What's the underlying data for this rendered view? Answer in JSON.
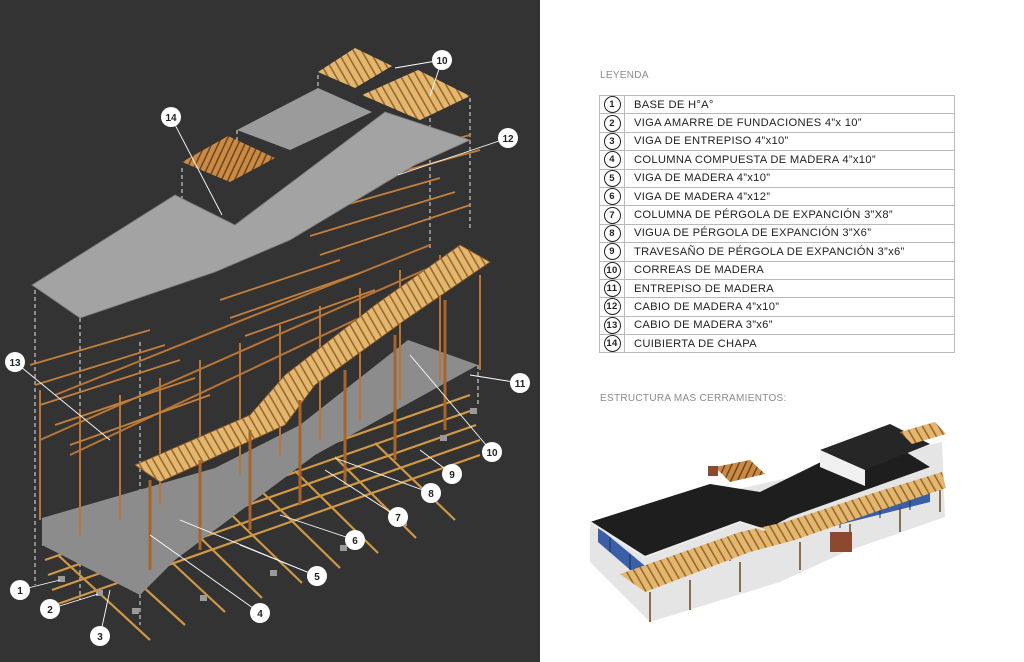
{
  "callouts": [
    "1",
    "2",
    "3",
    "4",
    "5",
    "6",
    "7",
    "8",
    "9",
    "10",
    "10",
    "11",
    "12",
    "13",
    "14"
  ],
  "legend": {
    "title": "LEYENDA",
    "items": [
      {
        "num": "1",
        "label": "BASE DE H°A°"
      },
      {
        "num": "2",
        "label": "VIGA AMARRE DE FUNDACIONES 4”x 10”"
      },
      {
        "num": "3",
        "label": "VIGA DE ENTREPISO 4”x10”"
      },
      {
        "num": "4",
        "label": "COLUMNA COMPUESTA DE MADERA 4”x10”"
      },
      {
        "num": "5",
        "label": "VIGA DE MADERA 4”x10”"
      },
      {
        "num": "6",
        "label": "VIGA DE MADERA 4”x12”"
      },
      {
        "num": "7",
        "label": "COLUMNA DE PÉRGOLA DE EXPANCIÓN 3”X8”"
      },
      {
        "num": "8",
        "label": "VIGUA DE PÉRGOLA DE EXPANCIÓN 3”X6”"
      },
      {
        "num": "9",
        "label": "TRAVESAÑO DE PÉRGOLA DE EXPANCIÓN 3”x6”"
      },
      {
        "num": "10",
        "label": "CORREAS DE MADERA"
      },
      {
        "num": "11",
        "label": "ENTREPISO DE MADERA"
      },
      {
        "num": "12",
        "label": "CABIO DE MADERA 4”x10”"
      },
      {
        "num": "13",
        "label": "CABIO DE MADERA 3”x6”"
      },
      {
        "num": "14",
        "label": "CUIBIERTA DE CHAPA"
      }
    ]
  },
  "render_title": "ESTRUCTURA MAS CERRAMIENTOS:",
  "colors": {
    "dark_bg": "#333333",
    "wood": "#d99a4e",
    "wood_dark": "#a7652b",
    "slab_gray": "#a3a3a3",
    "roof_black": "#1e1e1e",
    "glass_blue": "#3b5ea8"
  }
}
